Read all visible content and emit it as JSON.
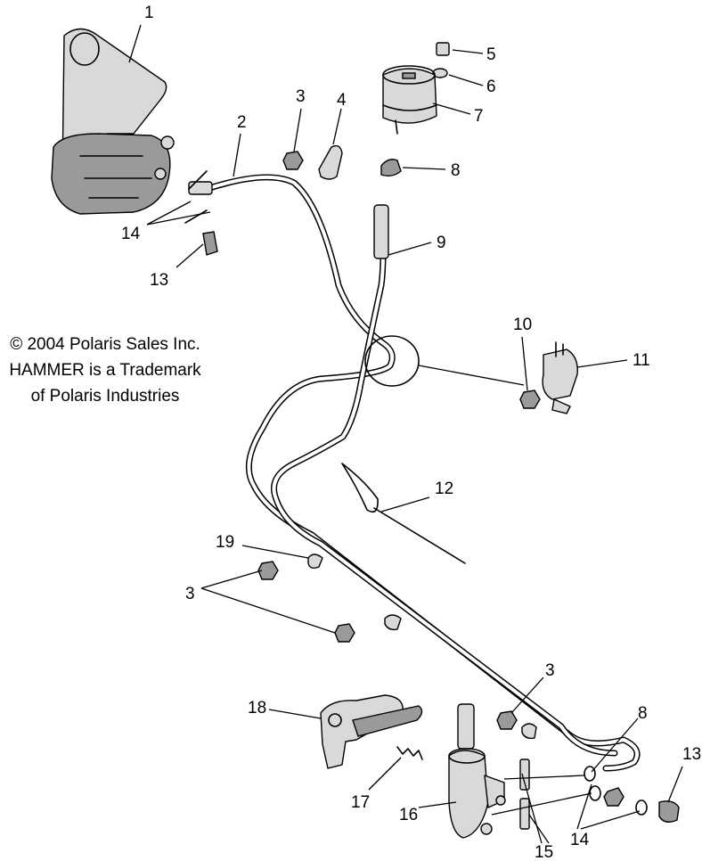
{
  "callouts": {
    "c1": "1",
    "c2": "2",
    "c3a": "3",
    "c4": "4",
    "c5": "5",
    "c6": "6",
    "c7": "7",
    "c8a": "8",
    "c9": "9",
    "c10": "10",
    "c11": "11",
    "c12": "12",
    "c13a": "13",
    "c14a": "14",
    "c19": "19",
    "c3b": "3",
    "c3c": "3",
    "c8b": "8",
    "c13b": "13",
    "c18": "18",
    "c17": "17",
    "c16": "16",
    "c15": "15",
    "c14b": "14"
  },
  "notice": {
    "line1": "© 2004 Polaris Sales Inc.",
    "line2": "HAMMER is a Trademark",
    "line3": "of Polaris Industries"
  }
}
